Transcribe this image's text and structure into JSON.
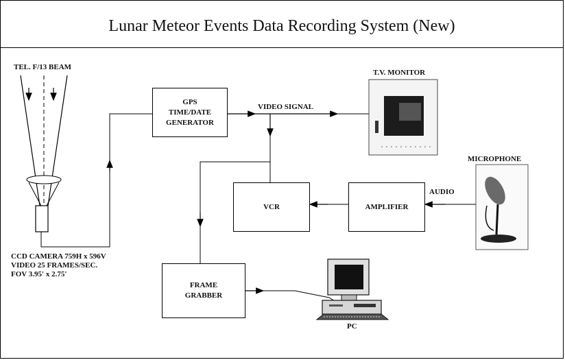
{
  "title": "Lunar Meteor Events Data Recording System (New)",
  "labels": {
    "tel_beam": "TEL. F/13 BEAM",
    "tv_monitor": "T.V. MONITOR",
    "video_signal": "VIDEO SIGNAL",
    "microphone": "MICROPHONE",
    "audio": "AUDIO",
    "pc": "PC",
    "ccd_line1": "CCD CAMERA 759H x 596V",
    "ccd_line2": "VIDEO 25 FRAMES/SEC.",
    "ccd_line3": "FOV 3.95' x 2.75'"
  },
  "boxes": {
    "gps": "GPS\nTIME/DATE\nGENERATOR",
    "vcr": "VCR",
    "amplifier": "AMPLIFIER",
    "frame_grabber": "FRAME\nGRABBER"
  }
}
